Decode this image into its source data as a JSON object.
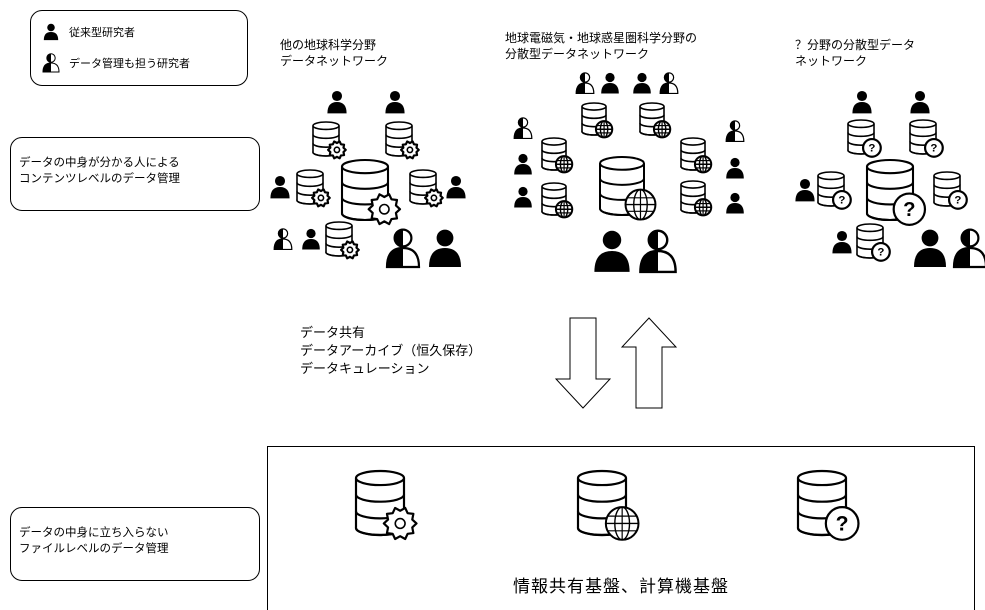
{
  "legend": {
    "traditional": "従来型研究者",
    "data_mgmt": "データ管理も担う研究者"
  },
  "notes": {
    "content_level": [
      "データの中身が分かる人による",
      "コンテンツレベルのデータ管理"
    ],
    "file_level": [
      "データの中身に立ち入らない",
      "ファイルレベルのデータ管理"
    ]
  },
  "networks": {
    "other": [
      "他の地球科学分野",
      "データネットワーク"
    ],
    "geomag": [
      "地球電磁気・地球惑星圏科学分野の",
      "分散型データネットワーク"
    ],
    "unknown": [
      "？分野の分散型データ",
      "ネットワーク"
    ]
  },
  "operations": [
    "データ共有",
    "データアーカイブ（恒久保存）",
    "データキュレーション"
  ],
  "platform": {
    "title": "情報共有基盤、計算機基盤"
  }
}
